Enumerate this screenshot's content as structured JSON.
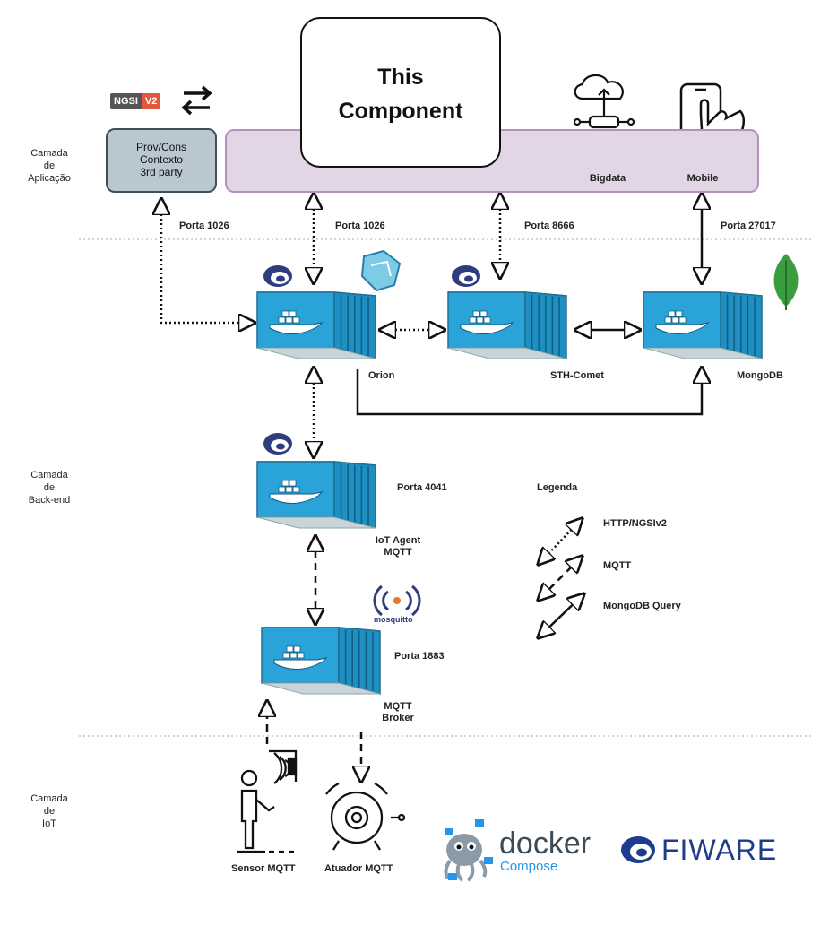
{
  "this_component": [
    "This",
    "Component"
  ],
  "layers": {
    "app": [
      "Camada",
      "de",
      "Aplicação"
    ],
    "backend": [
      "Camada",
      "de",
      "Back-end"
    ],
    "iot": [
      "Camada",
      "de",
      "IoT"
    ]
  },
  "ngsi_badge": {
    "left": "NGSI",
    "right": "V2"
  },
  "prov_cons": [
    "Prov/Cons",
    "Contexto",
    "3rd party"
  ],
  "app_items": {
    "bigdata": "Bigdata",
    "mobile": "Mobile"
  },
  "ports": {
    "p1026_prov": "Porta 1026",
    "p1026_orion": "Porta 1026",
    "p8666": "Porta 8666",
    "p27017": "Porta 27017",
    "p4041": "Porta 4041",
    "p1883": "Porta 1883"
  },
  "containers": {
    "orion": "Orion",
    "sth": "STH-Comet",
    "mongo": "MongoDB",
    "iotagent": [
      "IoT Agent",
      "MQTT"
    ],
    "broker": [
      "MQTT",
      "Broker"
    ]
  },
  "legend": {
    "title": "Legenda",
    "http": "HTTP/NGSIv2",
    "mqtt": "MQTT",
    "mongo": "MongoDB Query"
  },
  "devices": {
    "sensor": "Sensor MQTT",
    "actuator": "Atuador MQTT"
  },
  "logos": {
    "docker": "docker",
    "compose": "Compose",
    "fiware": "FIWARE",
    "mosquitto": "mosquitto"
  },
  "colors": {
    "container": "#2aa4d8",
    "app_layer": "#e2d5e6",
    "prov_box": "#b9c7d1"
  }
}
